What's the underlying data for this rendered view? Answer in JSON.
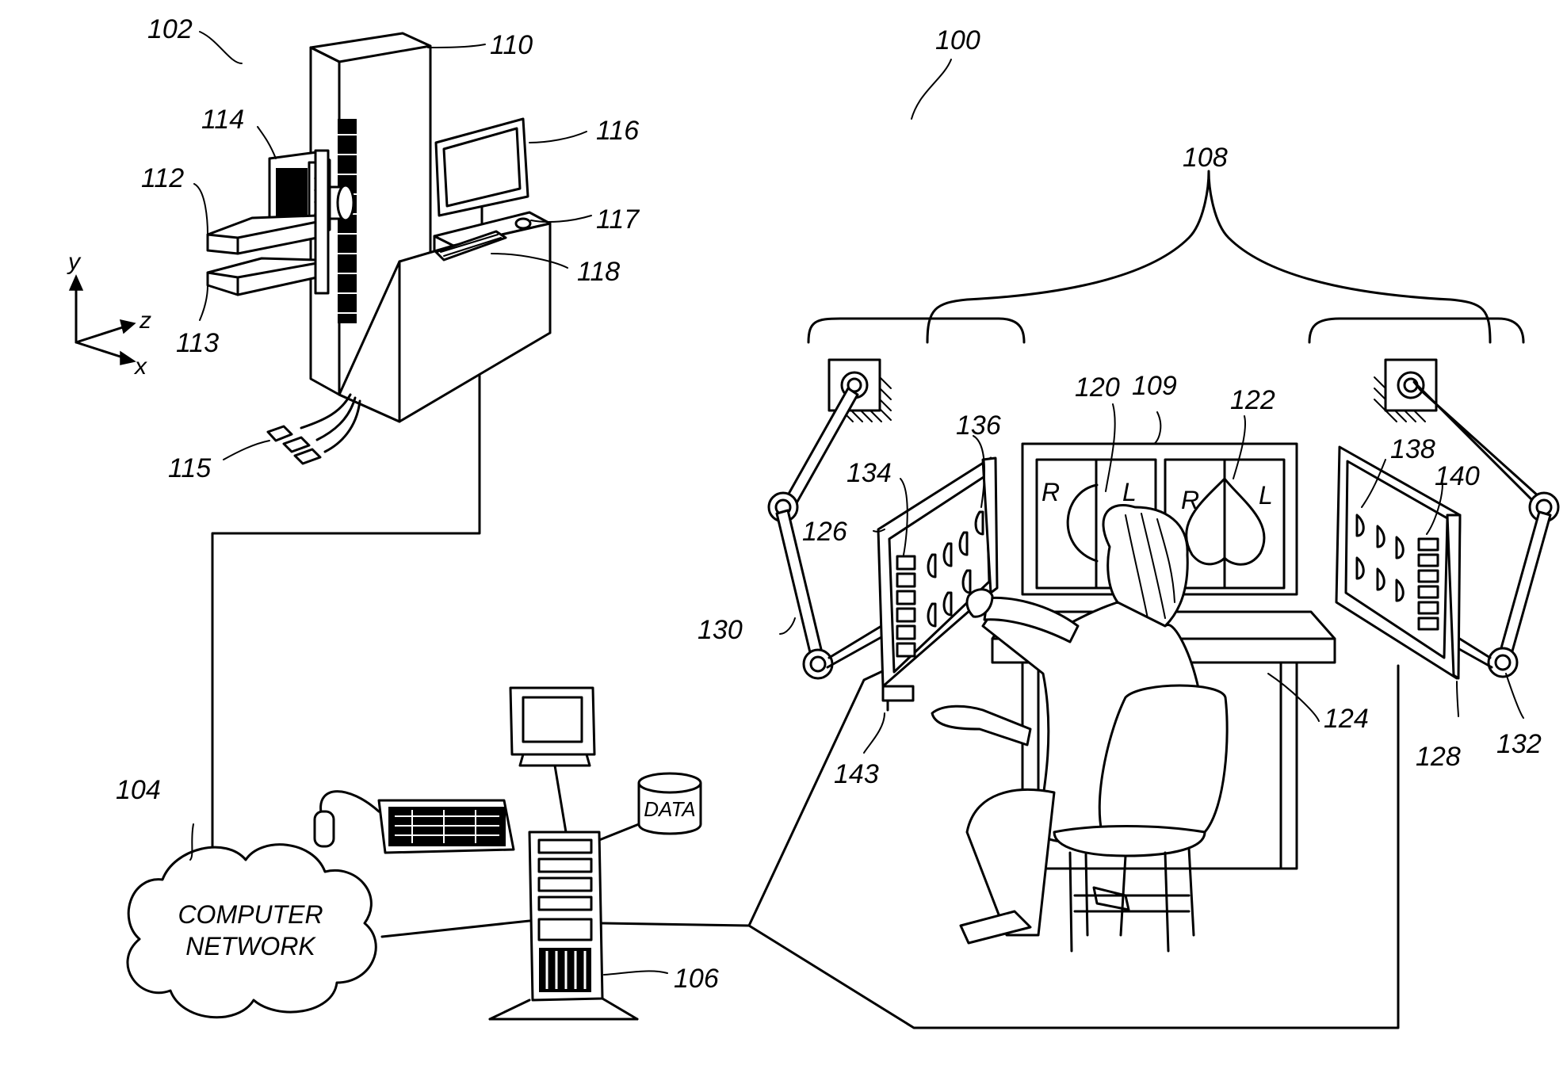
{
  "references": {
    "r100": "100",
    "r102": "102",
    "r104": "104",
    "r106": "106",
    "r108": "108",
    "r109": "109",
    "r110": "110",
    "r112": "112",
    "r113": "113",
    "r114": "114",
    "r115": "115",
    "r116": "116",
    "r117": "117",
    "r118": "118",
    "r120": "120",
    "r122": "122",
    "r124": "124",
    "r126": "126",
    "r128": "128",
    "r130": "130",
    "r132": "132",
    "r134": "134",
    "r136": "136",
    "r138": "138",
    "r140": "140",
    "r143": "143"
  },
  "axes": {
    "y": "y",
    "z": "z",
    "x": "x"
  },
  "network": {
    "line1": "COMPUTER",
    "line2": "NETWORK"
  },
  "storage": {
    "label": "DATA"
  },
  "display_images": {
    "left_r": "R",
    "left_l": "L",
    "right_r": "R",
    "right_l": "L"
  }
}
